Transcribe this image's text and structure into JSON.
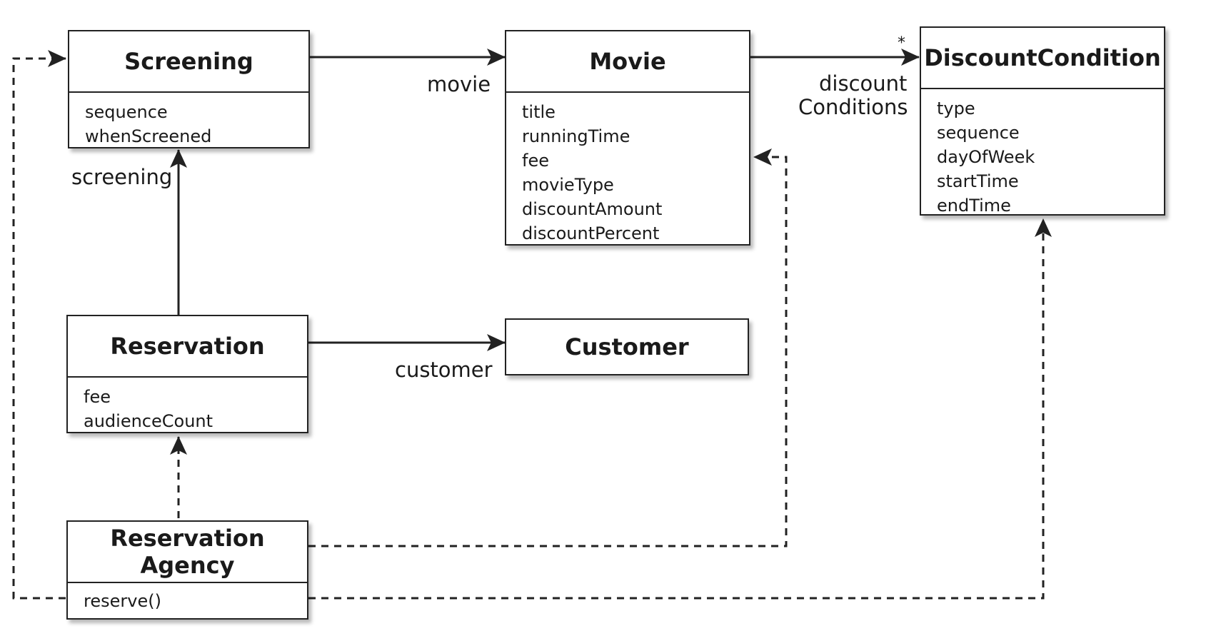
{
  "classes": {
    "screening": {
      "name": "Screening",
      "attributes": [
        "sequence",
        "whenScreened"
      ]
    },
    "movie": {
      "name": "Movie",
      "attributes": [
        "title",
        "runningTime",
        "fee",
        "movieType",
        "discountAmount",
        "discountPercent"
      ]
    },
    "discount_condition": {
      "name": "DiscountCondition",
      "attributes": [
        "type",
        "sequence",
        "dayOfWeek",
        "startTime",
        "endTime"
      ]
    },
    "reservation": {
      "name": "Reservation",
      "attributes": [
        "fee",
        "audienceCount"
      ]
    },
    "customer": {
      "name": "Customer"
    },
    "reservation_agency": {
      "name_line1": "Reservation",
      "name_line2": "Agency",
      "methods": [
        "reserve()"
      ]
    }
  },
  "roles": {
    "movie": "movie",
    "discount_line1": "discount",
    "discount_line2": "Conditions",
    "multiplicity": "*",
    "screening": "screening",
    "customer": "customer"
  },
  "relations": [
    {
      "from": "Screening",
      "to": "Movie",
      "kind": "association",
      "role": "movie"
    },
    {
      "from": "Movie",
      "to": "DiscountCondition",
      "kind": "association",
      "role": "discountConditions",
      "multiplicity": "*"
    },
    {
      "from": "Reservation",
      "to": "Screening",
      "kind": "association",
      "role": "screening"
    },
    {
      "from": "Reservation",
      "to": "Customer",
      "kind": "association",
      "role": "customer"
    },
    {
      "from": "ReservationAgency",
      "to": "Reservation",
      "kind": "dependency"
    },
    {
      "from": "ReservationAgency",
      "to": "Screening",
      "kind": "dependency"
    },
    {
      "from": "ReservationAgency",
      "to": "Movie",
      "kind": "dependency"
    },
    {
      "from": "ReservationAgency",
      "to": "DiscountCondition",
      "kind": "dependency"
    }
  ],
  "colors": {
    "line": "#222222",
    "box_border": "#222222",
    "background": "#ffffff"
  }
}
